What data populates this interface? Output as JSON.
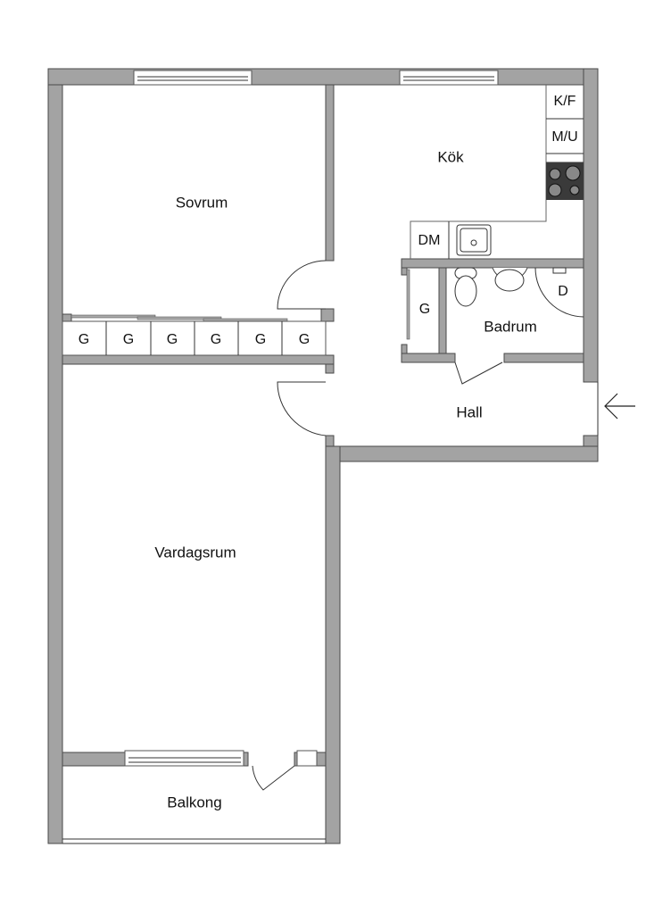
{
  "rooms": {
    "sovrum": "Sovrum",
    "kok": "Kök",
    "vardagsrum": "Vardagsrum",
    "badrum": "Badrum",
    "hall": "Hall",
    "balkong": "Balkong"
  },
  "fixtures": {
    "kf": "K/F",
    "mu": "M/U",
    "dm": "DM",
    "closet": "G",
    "dryer": "D",
    "wardrobes": [
      "G",
      "G",
      "G",
      "G",
      "G",
      "G"
    ]
  },
  "icons": [
    "stove-icon",
    "sink-icon",
    "toilet-icon",
    "washbasin-icon",
    "shower-icon",
    "entrance-arrow-icon"
  ],
  "colors": {
    "wall": "#a3a3a3",
    "stove": "#3a3a3a"
  }
}
